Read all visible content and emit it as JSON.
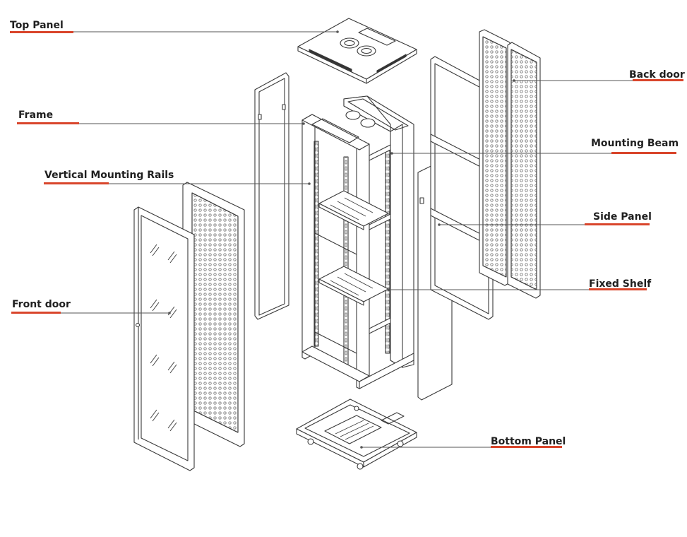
{
  "diagram": {
    "labels": {
      "top_panel": "Top Panel",
      "frame": "Frame",
      "vertical_mounting_rails": "Vertical Mounting Rails",
      "front_door": "Front door",
      "back_door": "Back door",
      "mounting_beam": "Mounting Beam",
      "side_panel": "Side Panel",
      "fixed_shelf": "Fixed Shelf",
      "bottom_panel": "Bottom Panel"
    },
    "colors": {
      "accent_underline": "#d9452b",
      "line_art": "#3a3a3a",
      "leader_line": "#555555",
      "label_text": "#1f1f1f"
    }
  }
}
